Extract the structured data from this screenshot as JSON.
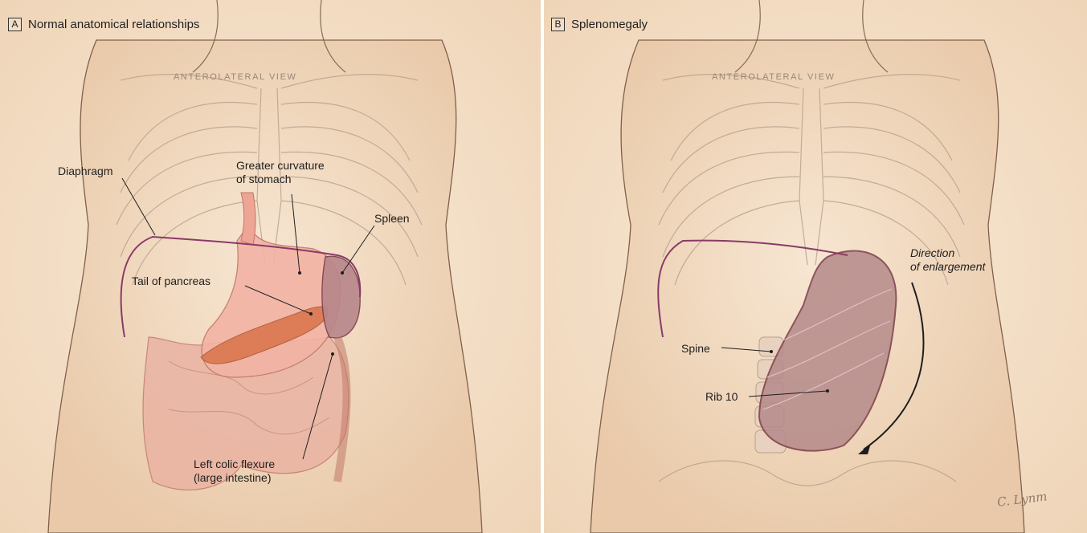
{
  "panels": [
    {
      "letter": "A",
      "title": "Normal anatomical relationships",
      "view_label": "ANTEROLATERAL VIEW",
      "labels": {
        "diaphragm": "Diaphragm",
        "greater_curvature_line1": "Greater curvature",
        "greater_curvature_line2": "of stomach",
        "spleen": "Spleen",
        "tail_of_pancreas": "Tail of pancreas",
        "left_colic_line1": "Left colic flexure",
        "left_colic_line2": "(large intestine)"
      }
    },
    {
      "letter": "B",
      "title": "Splenomegaly",
      "view_label": "ANTEROLATERAL VIEW",
      "labels": {
        "direction_line1": "Direction",
        "direction_line2": "of enlargement",
        "spine": "Spine",
        "rib10": "Rib 10"
      }
    }
  ],
  "signature": "C. Lynm",
  "colors": {
    "background": "#f5e3cd",
    "diaphragm_line": "#8a3a68",
    "spleen": "#8c4a52",
    "stomach": "#f0a99a",
    "pancreas": "#d9744a",
    "leader_line": "#1e1e1e"
  }
}
